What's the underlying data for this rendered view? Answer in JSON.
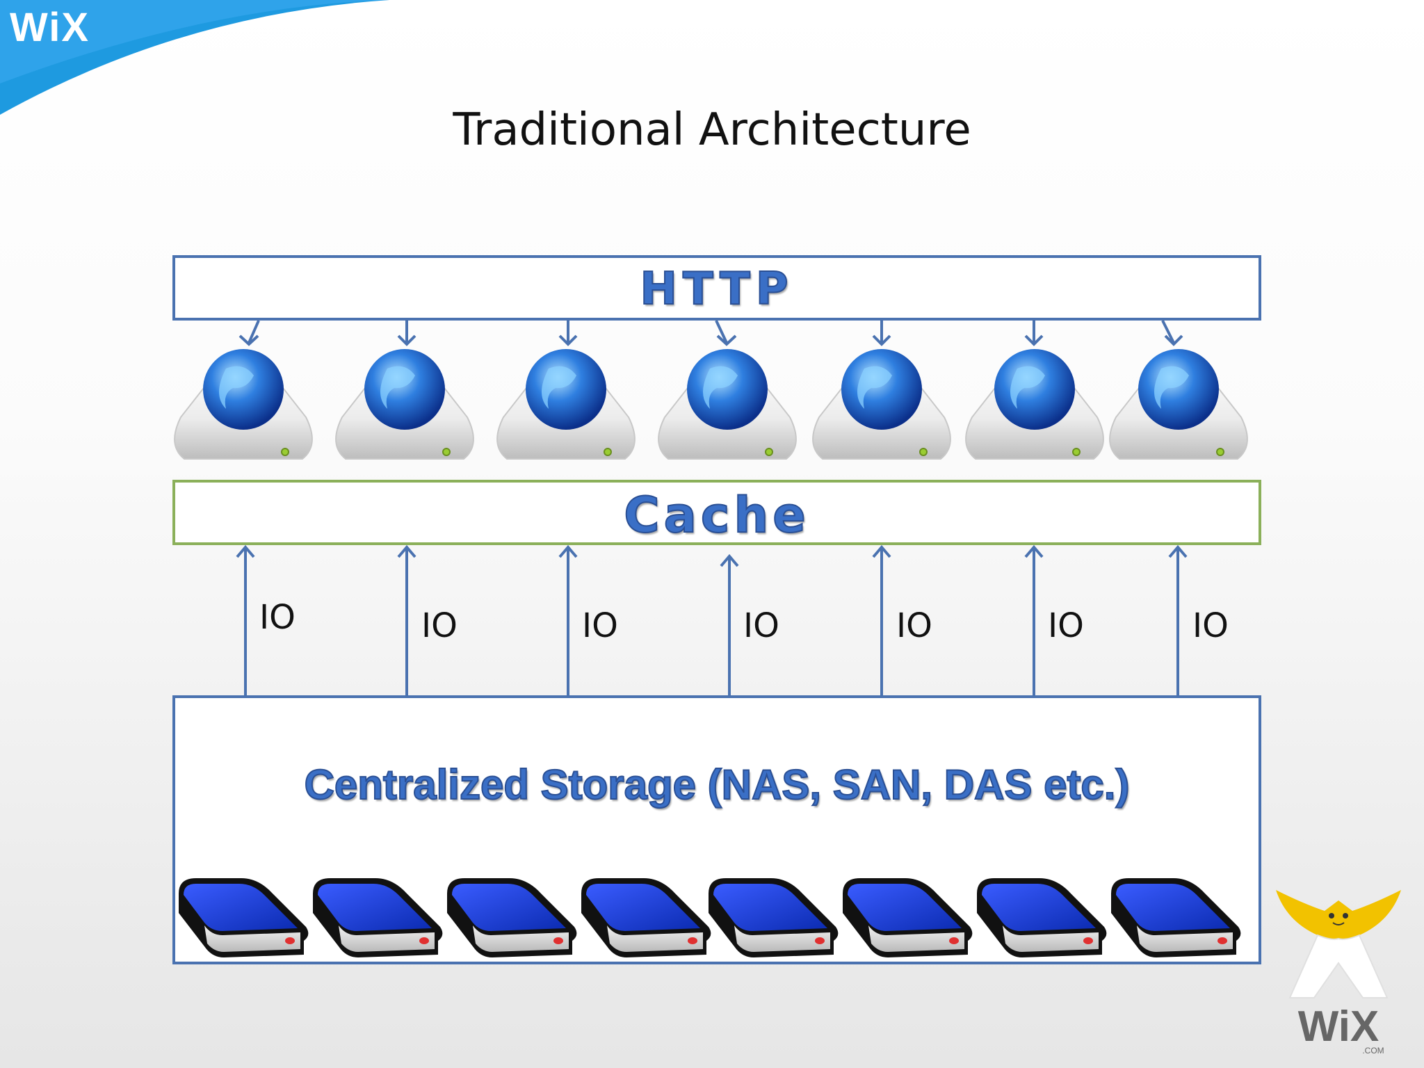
{
  "brand": {
    "top_logo": "WiX",
    "corner_logo": "WiX",
    "corner_sub": ".COM"
  },
  "slide": {
    "title": "Traditional Architecture",
    "http_label": "HTTP",
    "cache_label": "Cache",
    "storage_label": "Centralized Storage (NAS, SAN, DAS etc.)",
    "io_labels": [
      "IO",
      "IO",
      "IO",
      "IO",
      "IO",
      "IO",
      "IO"
    ]
  },
  "icons": {
    "server": "globe-server-icon",
    "disk": "hard-drive-icon",
    "arrow": "arrow-icon"
  },
  "colors": {
    "blue_border": "#4a72b0",
    "green_border": "#8bb05a",
    "label_blue": "#3a6fc6"
  }
}
